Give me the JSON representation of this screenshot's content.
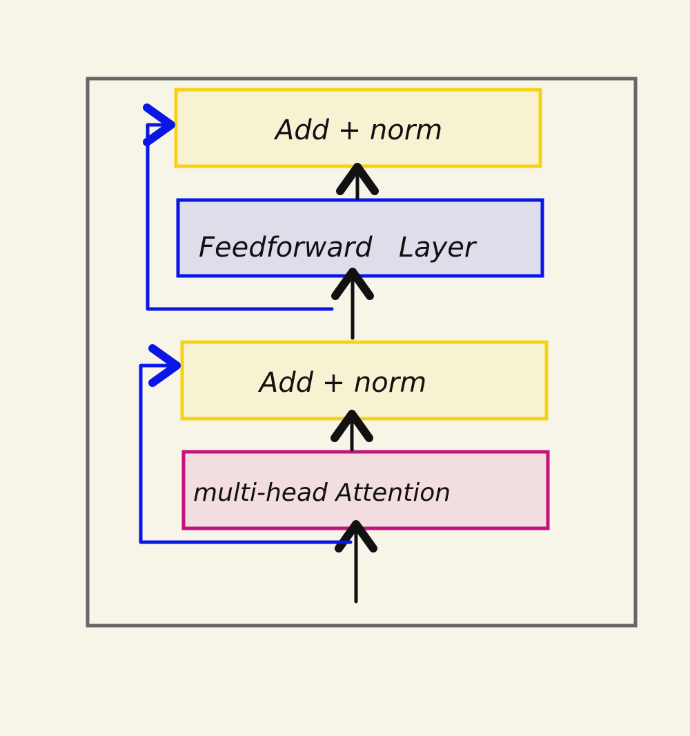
{
  "diagram": {
    "blocks": {
      "top_add_norm": {
        "label": "Add + norm",
        "fill": "#f7f2d2",
        "stroke": "#f6d215"
      },
      "feed_forward": {
        "label": "Feedforward   Layer",
        "fill": "#dedeeb",
        "stroke": "#0a16e6"
      },
      "mid_add_norm": {
        "label": "Add + norm",
        "fill": "#f7f2d2",
        "stroke": "#f6d215"
      },
      "multi_head_attention": {
        "label": "multi-head Attention",
        "fill": "#f2dde0",
        "stroke": "#c4137c"
      }
    },
    "colors": {
      "background": "#f7f5e8",
      "outer_frame": "#666666",
      "flow_arrow": "#111111",
      "residual_arrow": "#0a16e6"
    }
  }
}
